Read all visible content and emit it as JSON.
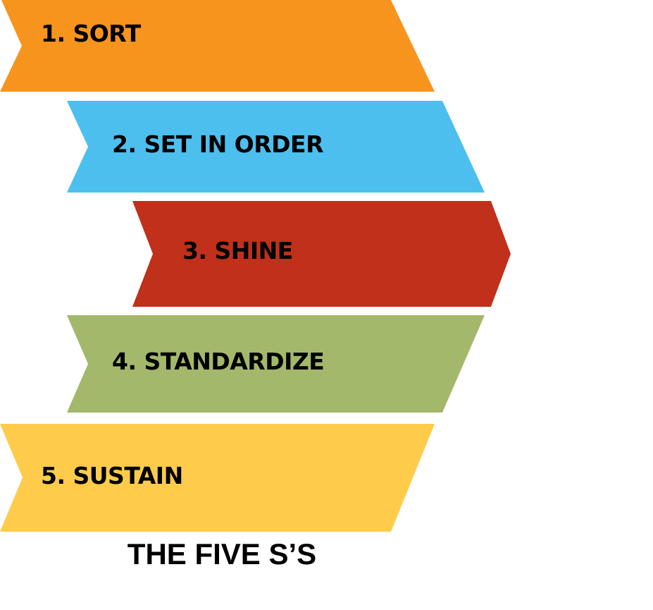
{
  "steps": [
    {
      "label": "1. SORT",
      "color": "#F7941E"
    },
    {
      "label": "2. SET IN ORDER",
      "color": "#4DBFEE"
    },
    {
      "label": "3. SHINE",
      "color": "#C0301A"
    },
    {
      "label": "4. STANDARDIZE",
      "color": "#A3B86A"
    },
    {
      "label": "5. SUSTAIN",
      "color": "#FECB4B"
    }
  ],
  "title": "THE FIVE S’S"
}
